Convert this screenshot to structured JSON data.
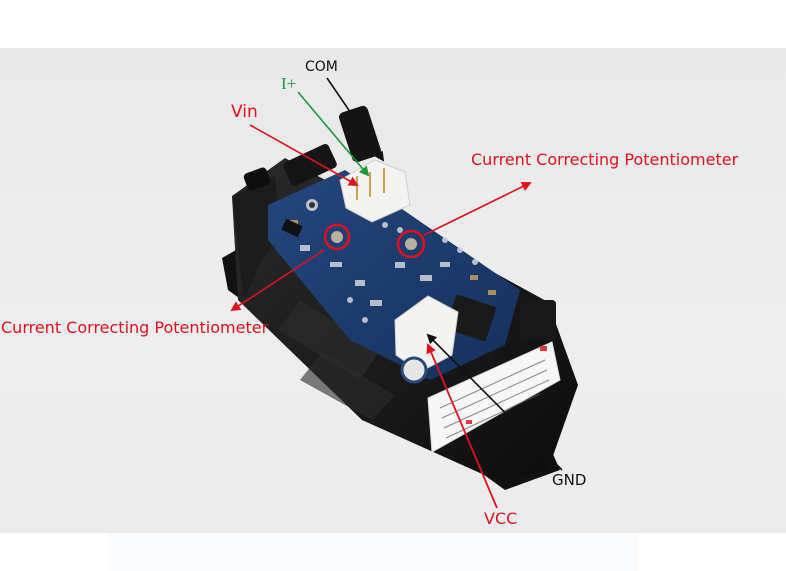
{
  "figure": {
    "subject": "panel meter PCB with terminal connectors",
    "colors": {
      "annotation_red": "#e0101f",
      "annotation_green": "#1a9a3c",
      "annotation_black": "#111111",
      "background": "#ececec",
      "pcb_blue": "#1b3a6b",
      "case_black": "#141414",
      "connector_white": "#f3f3f1"
    }
  },
  "labels": {
    "com": "COM",
    "i_plus": "I+",
    "vin": "Vin",
    "pot_right": "Current Correcting Potentiometer",
    "pot_left": "Current Correcting Potentiometer",
    "gnd": "GND",
    "vcc": "VCC"
  }
}
